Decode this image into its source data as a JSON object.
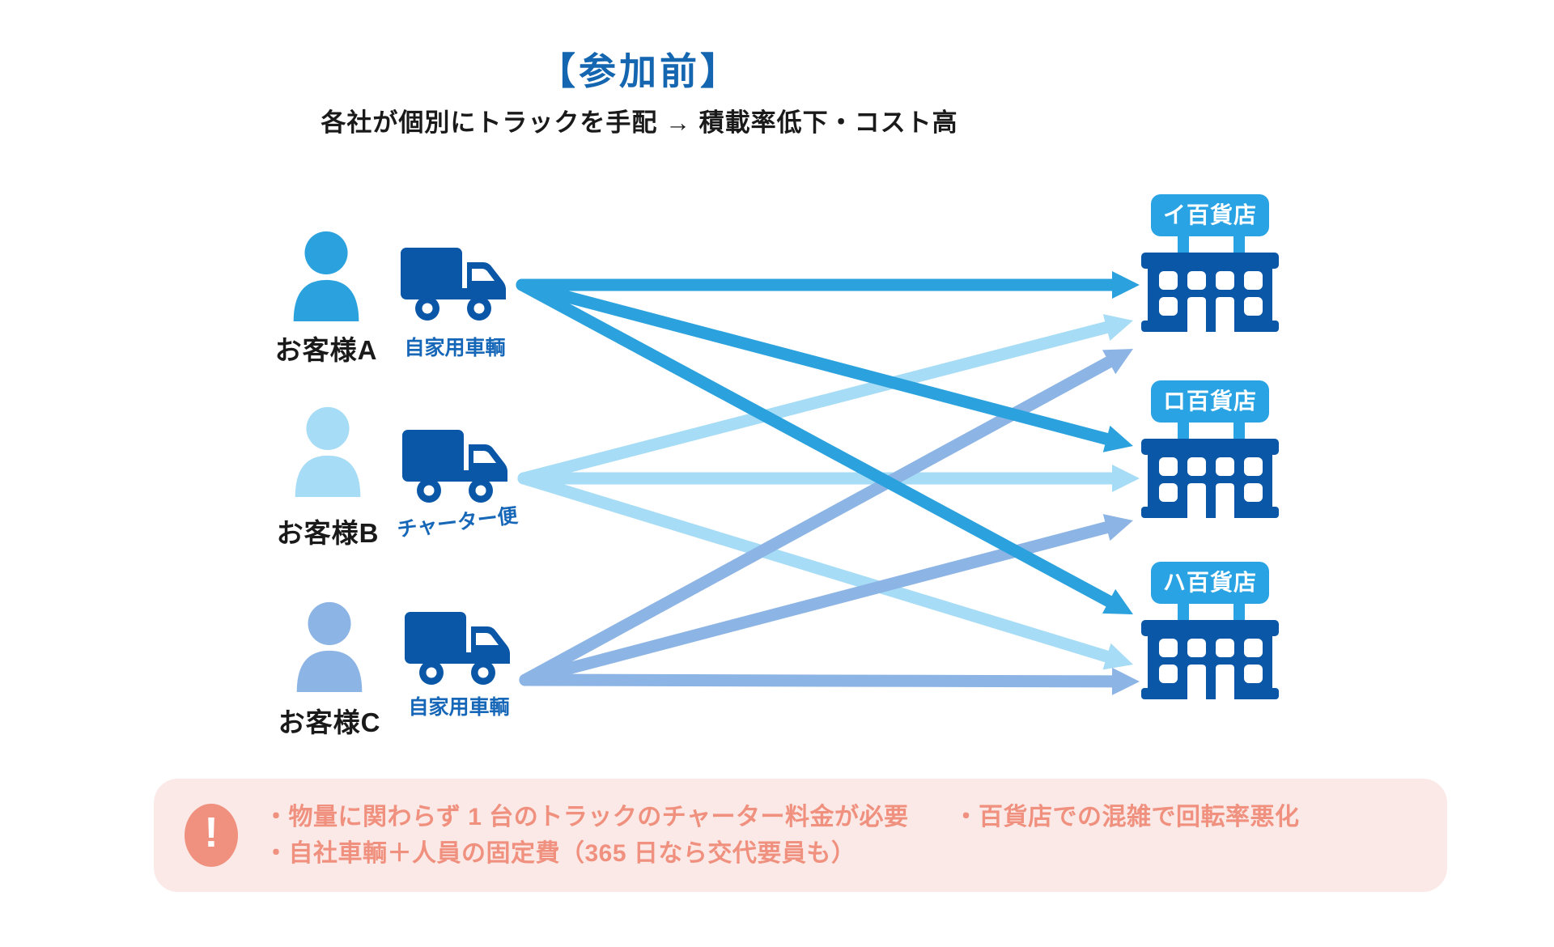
{
  "header": {
    "title": "【参加前】",
    "subtitle": "各社が個別にトラックを手配 → 積載率低下・コスト高"
  },
  "customers": [
    {
      "id": "A",
      "label": "お客様A",
      "vehicle_label": "自家用車輌",
      "color": "#2BA2DE"
    },
    {
      "id": "B",
      "label": "お客様B",
      "vehicle_label": "チャーター便",
      "color": "#A6DCF5"
    },
    {
      "id": "C",
      "label": "お客様C",
      "vehicle_label": "自家用車輌",
      "color": "#8CB4E4"
    }
  ],
  "stores": [
    {
      "id": "store1",
      "name": "イ百貨店"
    },
    {
      "id": "store2",
      "name": "ロ百貨店"
    },
    {
      "id": "store3",
      "name": "ハ百貨店"
    }
  ],
  "edges": [
    {
      "from": 0,
      "to": 0
    },
    {
      "from": 0,
      "to": 1
    },
    {
      "from": 0,
      "to": 2
    },
    {
      "from": 1,
      "to": 0
    },
    {
      "from": 1,
      "to": 1
    },
    {
      "from": 1,
      "to": 2
    },
    {
      "from": 2,
      "to": 0
    },
    {
      "from": 2,
      "to": 1
    },
    {
      "from": 2,
      "to": 2
    }
  ],
  "notice": {
    "glyph": "!",
    "items": [
      "・物量に関わらず 1 台のトラックのチャーター料金が必要",
      "・百貨店での混雑で回転率悪化",
      "・自社車輌＋人員の固定費（365 日なら交代要員も）"
    ]
  },
  "palette": {
    "title_blue": "#1566B0",
    "label_blue": "#1767B8",
    "truck_blue": "#0B57A7",
    "building_blue": "#0B57A7",
    "sign_blue": "#29A3E3",
    "notice_bg": "#FBE9E7",
    "notice_accent": "#F0907E"
  }
}
